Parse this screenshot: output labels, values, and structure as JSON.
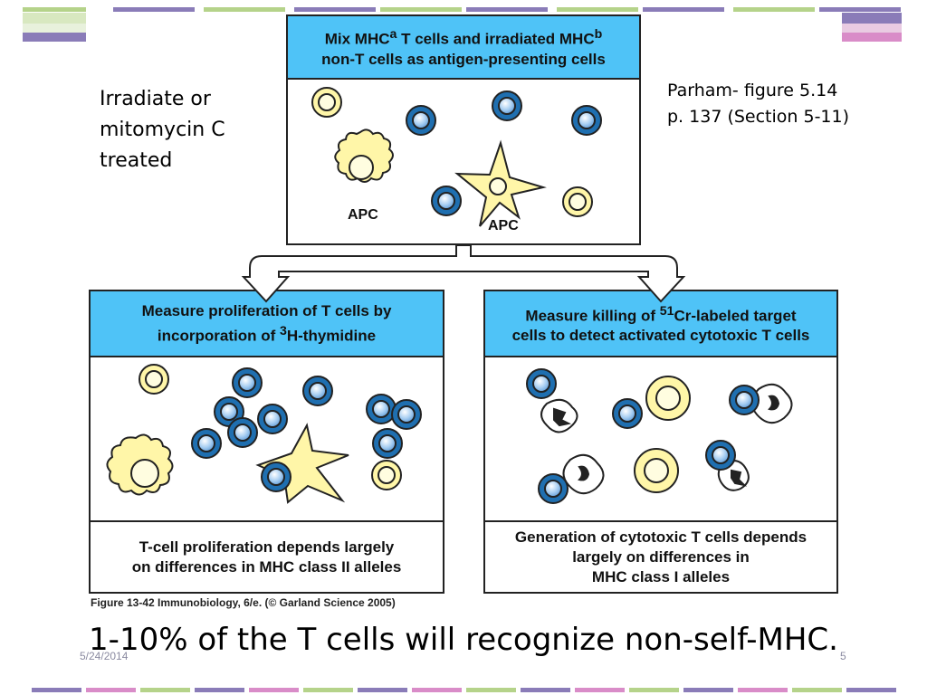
{
  "top_box": {
    "header_html": "Mix MHC<sup>a</sup> T cells and irradiated MHC<sup>b</sup><br>non-T cells as antigen-presenting cells",
    "apc_label_1": "APC",
    "apc_label_2": "APC"
  },
  "left_box": {
    "header_html": "Measure proliferation of T cells by<br>incorporation of <sup>3</sup>H-thymidine",
    "footer_html": "T-cell proliferation depends largely<br>on differences in MHC class II alleles"
  },
  "right_box": {
    "header_html": "Measure killing of <sup>51</sup>Cr-labeled target<br>cells to detect activated cytotoxic T cells",
    "footer_html": "Generation of cytotoxic T cells depends<br>largely on differences in<br>MHC class I alleles"
  },
  "side_note_left": [
    "Irradiate or",
    "mitomycin C",
    "treated"
  ],
  "side_note_right": [
    "Parham- figure 5.14",
    "p. 137 (Section 5-11)"
  ],
  "figure_caption": "Figure 13-42  Immunobiology, 6/e. (© Garland Science 2005)",
  "headline": "1-10% of the T cells will recognize non-self-MHC.",
  "footer": {
    "date": "5/24/2014",
    "page": "5"
  },
  "colors": {
    "header_blue": "#4fc3f7",
    "t_cell_blue": "#1f6fb0",
    "apc_yellow": "#fff6a8",
    "bar_green": "#b5d38a",
    "bar_purple": "#8a7cb8",
    "bar_pink": "#d98cc8"
  }
}
